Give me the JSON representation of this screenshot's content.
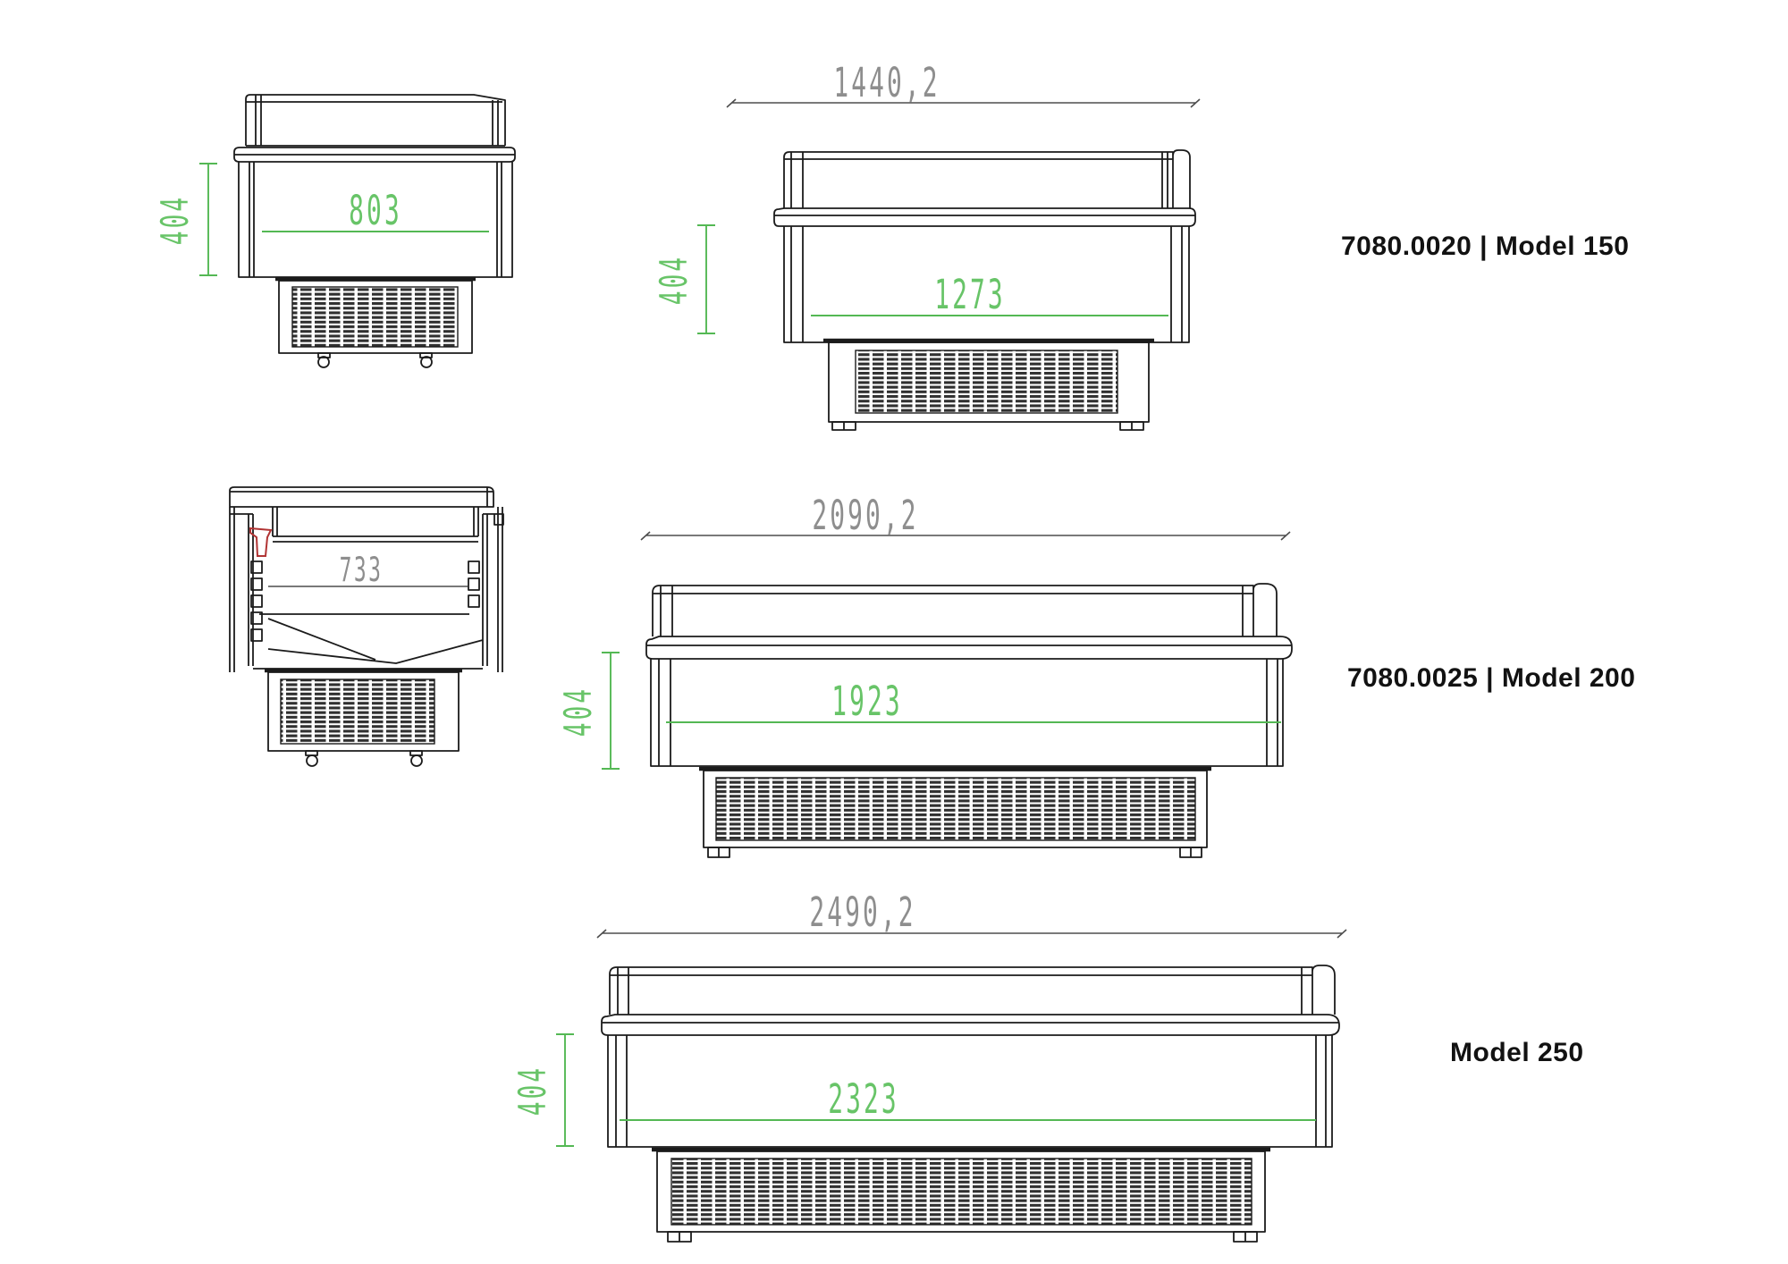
{
  "models": [
    {
      "label": "7080.0020 | Model 150",
      "side_view": {
        "width_dim": "803",
        "height_dim": "404"
      },
      "front_view": {
        "overall_width_dim": "1440,2",
        "inner_width_dim": "1273",
        "height_dim": "404"
      }
    },
    {
      "label": "7080.0025 | Model 200",
      "side_view": {
        "width_dim": "733"
      },
      "front_view": {
        "overall_width_dim": "2090,2",
        "inner_width_dim": "1923",
        "height_dim": "404"
      }
    },
    {
      "label": "Model 250",
      "front_view": {
        "overall_width_dim": "2490,2",
        "inner_width_dim": "2323",
        "height_dim": "404"
      }
    }
  ],
  "colors": {
    "line": "#1b1b1b",
    "dim_text_gray": "#8e8e8e",
    "dim_line_gray": "#4d4d4d",
    "dim_green": "#54b854",
    "accent_red": "#b13434",
    "background": "#ffffff"
  }
}
